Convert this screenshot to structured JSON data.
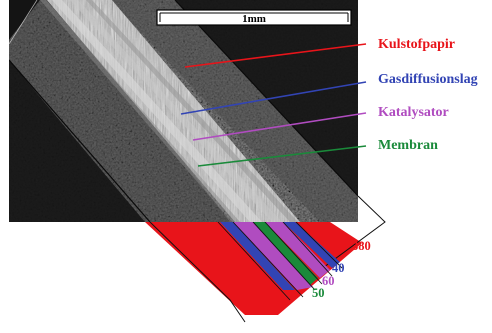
{
  "scale_bar": {
    "label": "1mm"
  },
  "layers": [
    {
      "name": "Kulstofpapir",
      "color": "#e8141a",
      "thickness": "380"
    },
    {
      "name": "Gasdiffusionslag",
      "color": "#3244b4",
      "thickness": "40"
    },
    {
      "name": "Katalysator",
      "color": "#b04cc0",
      "thickness": "60"
    },
    {
      "name": "Membran",
      "color": "#1a8a3a",
      "thickness": "50"
    }
  ],
  "image": {
    "content": "micrograph-cross-section"
  }
}
